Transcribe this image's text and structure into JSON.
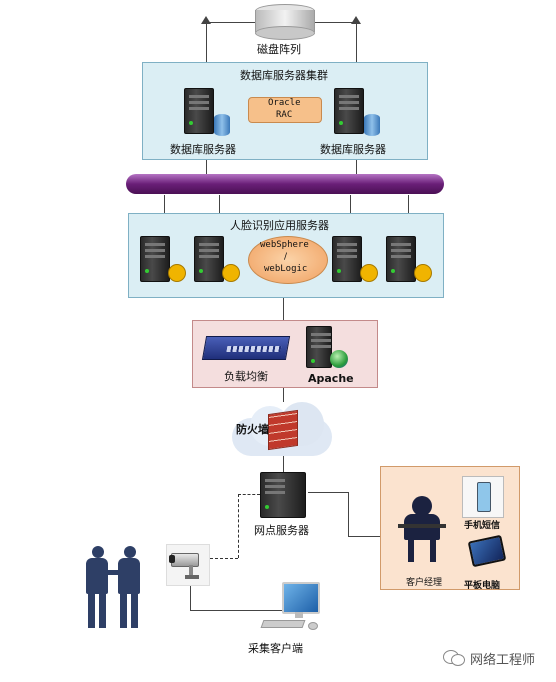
{
  "labels": {
    "disk_array": "磁盘阵列",
    "db_cluster": "数据库服务器集群",
    "oracle_line1": "Oracle",
    "oracle_line2": "RAC",
    "db_server_left": "数据库服务器",
    "db_server_right": "数据库服务器",
    "face_app": "人脸识别应用服务器",
    "websphere_line1": "webSphere",
    "websphere_line2": "/",
    "websphere_line3": "webLogic",
    "load_balance": "负载均衡",
    "apache": "Apache",
    "firewall": "防火墙",
    "branch_server": "网点服务器",
    "sms": "手机短信",
    "client_manager": "客户经理",
    "tablet": "平板电脑",
    "capture_client": "采集客户端",
    "watermark": "网络工程师"
  },
  "colors": {
    "cluster_bg": "#dbeef4",
    "lb_bg": "#f4dede",
    "mobile_bg": "#fbe3cf",
    "bus": "#6a1f78",
    "oracle": "#f6c08a"
  }
}
